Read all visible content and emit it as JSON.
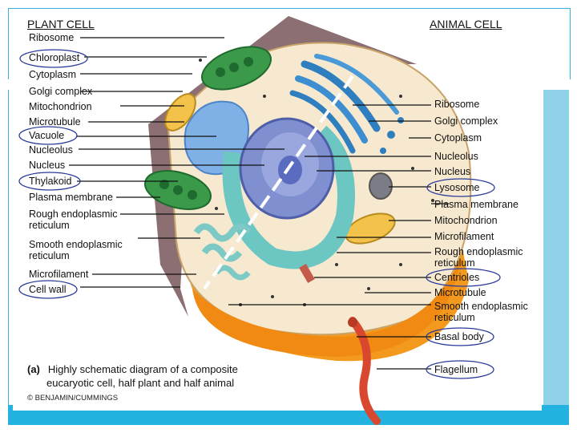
{
  "headings": {
    "plant": "PLANT CELL",
    "animal": "ANIMAL CELL"
  },
  "plant_labels": [
    "Ribosome",
    "Chloroplast",
    "Cytoplasm",
    "Golgi complex",
    "Mitochondrion",
    "Microtubule",
    "Vacuole",
    "Nucleolus",
    "Nucleus",
    "Thylakoid",
    "Plasma membrane",
    "Rough endoplasmic reticulum",
    "Smooth endoplasmic reticulum",
    "Microfilament",
    "Cell wall"
  ],
  "animal_labels": [
    "Ribosome",
    "Golgi complex",
    "Cytoplasm",
    "Nucleolus",
    "Nucleus",
    "Lysosome",
    "Plasma membrane",
    "Mitochondrion",
    "Microfilament",
    "Rough endoplasmic reticulum",
    "Centrioles",
    "Microtubule",
    "Smooth endoplasmic reticulum",
    "Basal body",
    "Flagellum"
  ],
  "caption": {
    "letter": "(a)",
    "line1": "Highly schematic diagram of a composite",
    "line2": "eucaryotic cell, half plant and half animal"
  },
  "credit": "© BENJAMIN/CUMMINGS",
  "circled": [
    "Chloroplast",
    "Vacuole",
    "Thylakoid",
    "Cell wall",
    "Lysosome",
    "Centrioles",
    "Basal body",
    "Flagellum"
  ],
  "colors": {
    "frame": "#24b2e0",
    "cell_wall": "#8b6f72",
    "cytoplasm": "#f6e9cf",
    "membrane_orange": "#f39a1e",
    "chloroplast": "#3a9a4a",
    "golgi": "#2f7fc0",
    "nucleus": "#7f8fd0",
    "er_teal": "#6cc6c2",
    "highlight_circle": "#2a3a9a"
  }
}
